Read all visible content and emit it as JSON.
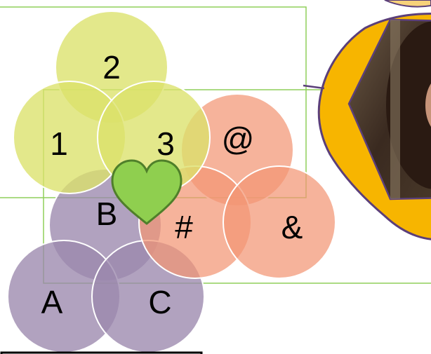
{
  "colors": {
    "yellow_green": "#dbe26a",
    "purple": "#9b88ad",
    "salmon": "#f29575",
    "heart_fill": "#8fcf4f",
    "heart_stroke": "#4f7f2a",
    "frame_line": "#8fcf5a",
    "hexagon_fill": "#f7b500",
    "hexagon_stroke": "#5b3f7a"
  },
  "groups": {
    "numbers": {
      "labels": [
        "2",
        "1",
        "3"
      ]
    },
    "letters": {
      "labels": [
        "B",
        "A",
        "C"
      ]
    },
    "symbols": {
      "labels": [
        "@",
        "#",
        "&"
      ]
    }
  },
  "icons": [
    "heart-icon",
    "hexagon-photo-frame"
  ]
}
